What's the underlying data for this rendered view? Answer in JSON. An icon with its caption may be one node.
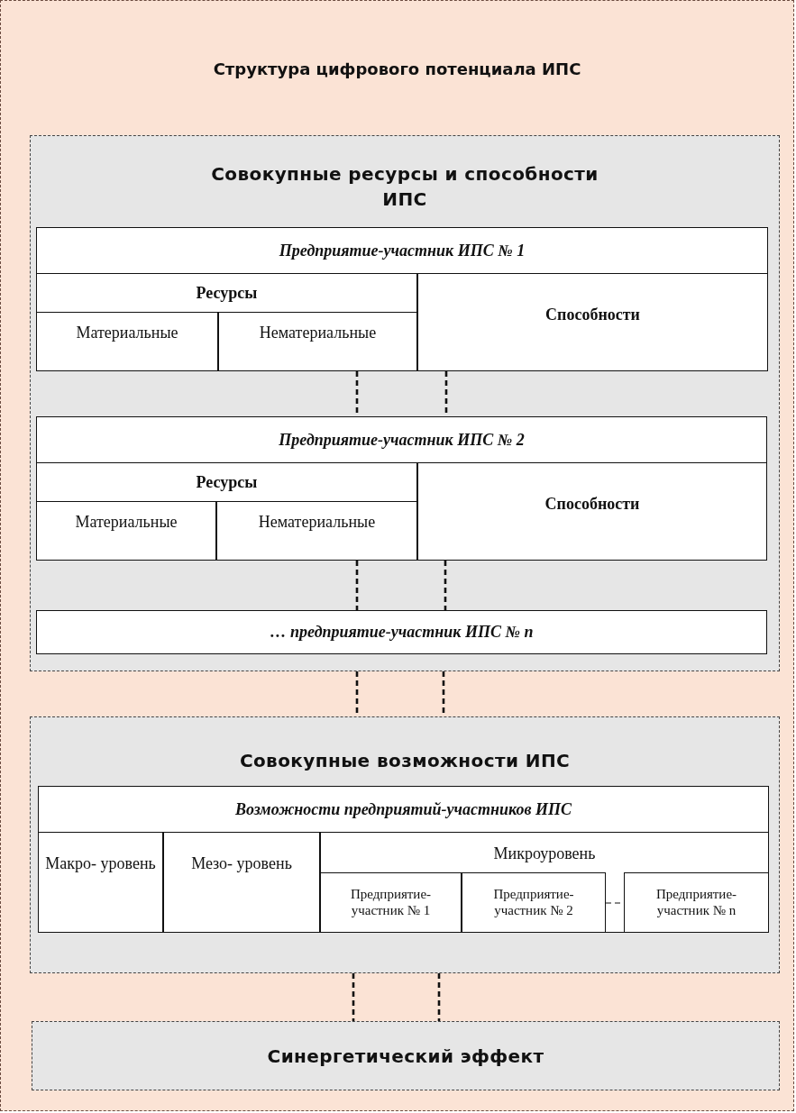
{
  "diagram": {
    "nodes": [
      {
        "text": [
          "Структура цифрового потенциала ИПС"
        ]
      },
      {
        "text": [
          "Совокупные ресурсы и способности ИПС"
        ],
        "in": 0
      },
      {
        "text": [
          "Предприятие-участник ИПС № 1"
        ],
        "in": 1
      },
      {
        "text": [
          "Ресурсы"
        ],
        "in": 2
      },
      {
        "text": [
          "Материальные"
        ],
        "in": 3
      },
      {
        "text": [
          "Нематериальные"
        ],
        "in": 3
      },
      {
        "text": [
          "Способности"
        ],
        "in": 2
      },
      {
        "text": [
          "Предприятие-участник ИПС № 2"
        ],
        "in": 1
      },
      {
        "text": [
          "Ресурсы"
        ],
        "in": 7
      },
      {
        "text": [
          "Материальные"
        ],
        "in": 8
      },
      {
        "text": [
          "Нематериальные"
        ],
        "in": 8
      },
      {
        "text": [
          "Способности"
        ],
        "in": 7
      },
      {
        "text": [
          "… предприятие-участник ИПС № n"
        ],
        "in": 1
      },
      {
        "text": [
          "Совокупные возможности ИПС"
        ],
        "in": 0
      },
      {
        "text": [
          "Возможности предприятий-участников ИПС"
        ],
        "in": 13
      },
      {
        "text": [
          "Макро- уровень"
        ],
        "in": 14
      },
      {
        "text": [
          "Мезо- уровень"
        ],
        "in": 14
      },
      {
        "text": [
          "Микроуровень"
        ],
        "in": 14
      },
      {
        "text": [
          "Предприятие- участник № 1"
        ],
        "in": 17
      },
      {
        "text": [
          "Предприятие- участник № 2"
        ],
        "in": 17
      },
      {
        "text": [
          "Предприятие- участник № n"
        ],
        "in": 17
      },
      {
        "text": [
          "Синергетический эффект"
        ],
        "in": 0
      }
    ],
    "edges": [
      {
        "from": 2,
        "to": 7,
        "arrow": "none",
        "style": "dashed"
      },
      {
        "from": 2,
        "to": 7,
        "arrow": "none",
        "style": "dashed"
      },
      {
        "from": 7,
        "to": 12,
        "arrow": "none",
        "style": "dashed"
      },
      {
        "from": 7,
        "to": 12,
        "arrow": "none",
        "style": "dashed"
      },
      {
        "from": 1,
        "to": 13,
        "arrow": "none",
        "style": "dashed"
      },
      {
        "from": 1,
        "to": 13,
        "arrow": "none",
        "style": "dashed"
      },
      {
        "from": 13,
        "to": 21,
        "arrow": "none",
        "style": "dashed"
      },
      {
        "from": 13,
        "to": 21,
        "arrow": "none",
        "style": "dashed"
      },
      {
        "from": 19,
        "to": 20,
        "arrow": "none",
        "style": "dashed"
      }
    ]
  }
}
